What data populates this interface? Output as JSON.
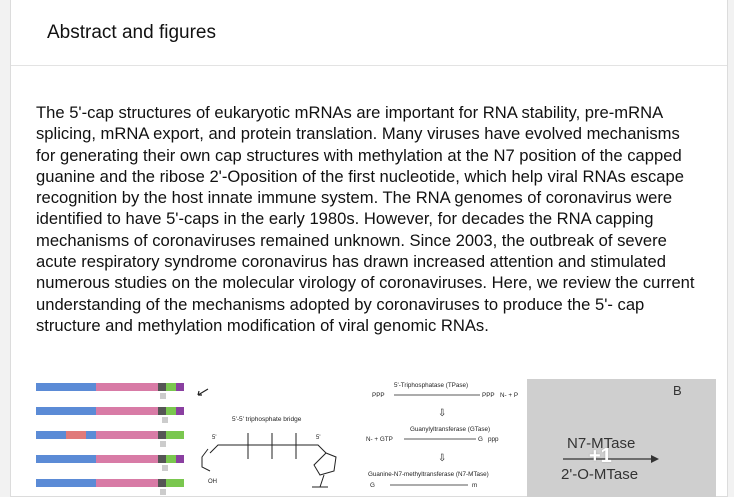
{
  "section": {
    "title": "Abstract and figures"
  },
  "abstract": {
    "text": "The 5'-cap structures of eukaryotic mRNAs are important for RNA stability, pre-mRNA splicing, mRNA export, and protein translation. Many viruses have evolved mechanisms for generating their own cap structures with methylation at the N7 position of the capped guanine and the ribose 2'-Oposition of the first nucleotide, which help viral RNAs escape recognition by the host innate immune system. The RNA genomes of coronavirus were identified to have 5'-caps in the early 1980s. However, for decades the RNA capping mechanisms of coronaviruses remained unknown. Since 2003, the outbreak of severe acute respiratory syndrome coronavirus has drawn increased attention and stimulated numerous studies on the molecular virology of coronaviruses. Here, we review the current understanding of the mechanisms adopted by coronaviruses to produce the 5'- cap structure and methylation modification of viral genomic RNAs."
  },
  "figures": {
    "fig2": {
      "label": "5'-5' triphosphate bridge",
      "five_prime_a": "5'",
      "five_prime_b": "5'",
      "oh": "OH"
    },
    "fig3": {
      "step1_enzyme": "5'-Triphosphatase (TPase)",
      "step1_left": "PPP",
      "step1_right": "PPP",
      "step1_rhs": "N- + P",
      "step2_enzyme": "Guanylyltransferase (GTase)",
      "step2_left": "N- + GTP",
      "step2_right": "G",
      "step2_rhs": "ppp",
      "step3_enzyme": "Guanine-N7-methyltransferase (N7-MTase)",
      "step3_left": "G",
      "step3_right": "m",
      "arrow_down": "⇩"
    },
    "fig4": {
      "label1": "N7-MTase",
      "label2": "2'-O-MTase",
      "corner": "B"
    },
    "more_count": "+1"
  },
  "colors": {
    "accent": "#2b8cd8",
    "genome_blue": "#5b8bd6",
    "genome_pink": "#d87ba6"
  }
}
